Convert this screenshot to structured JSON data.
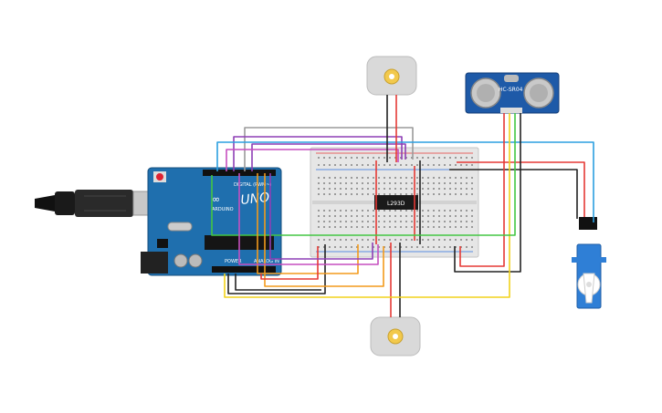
{
  "arduino": {
    "brand_text": "UNO",
    "sub_brand": "ARDUINO",
    "digital_label": "DIGITAL (PWM~)",
    "power_label": "POWER",
    "analog_label": "ANALOG IN"
  },
  "driver_chip": {
    "label": "L293D"
  },
  "sensor": {
    "label": "HC-SR04"
  },
  "colors": {
    "arduino_board": "#1f6fae",
    "breadboard": "#e6e6e6",
    "motor_body": "#d9d9d9",
    "motor_shaft": "#f2c94c",
    "sensor_board": "#1e5aa8",
    "servo_body": "#2f7fd6",
    "wire_red": "#e53935",
    "wire_black": "#222222",
    "wire_blue": "#2b9fe0",
    "wire_green": "#43c643",
    "wire_yellow": "#f2d21b",
    "wire_orange": "#f39a1b",
    "wire_purple": "#8e3fb5",
    "wire_magenta": "#c64fbf",
    "wire_grey": "#9a9a9a"
  }
}
